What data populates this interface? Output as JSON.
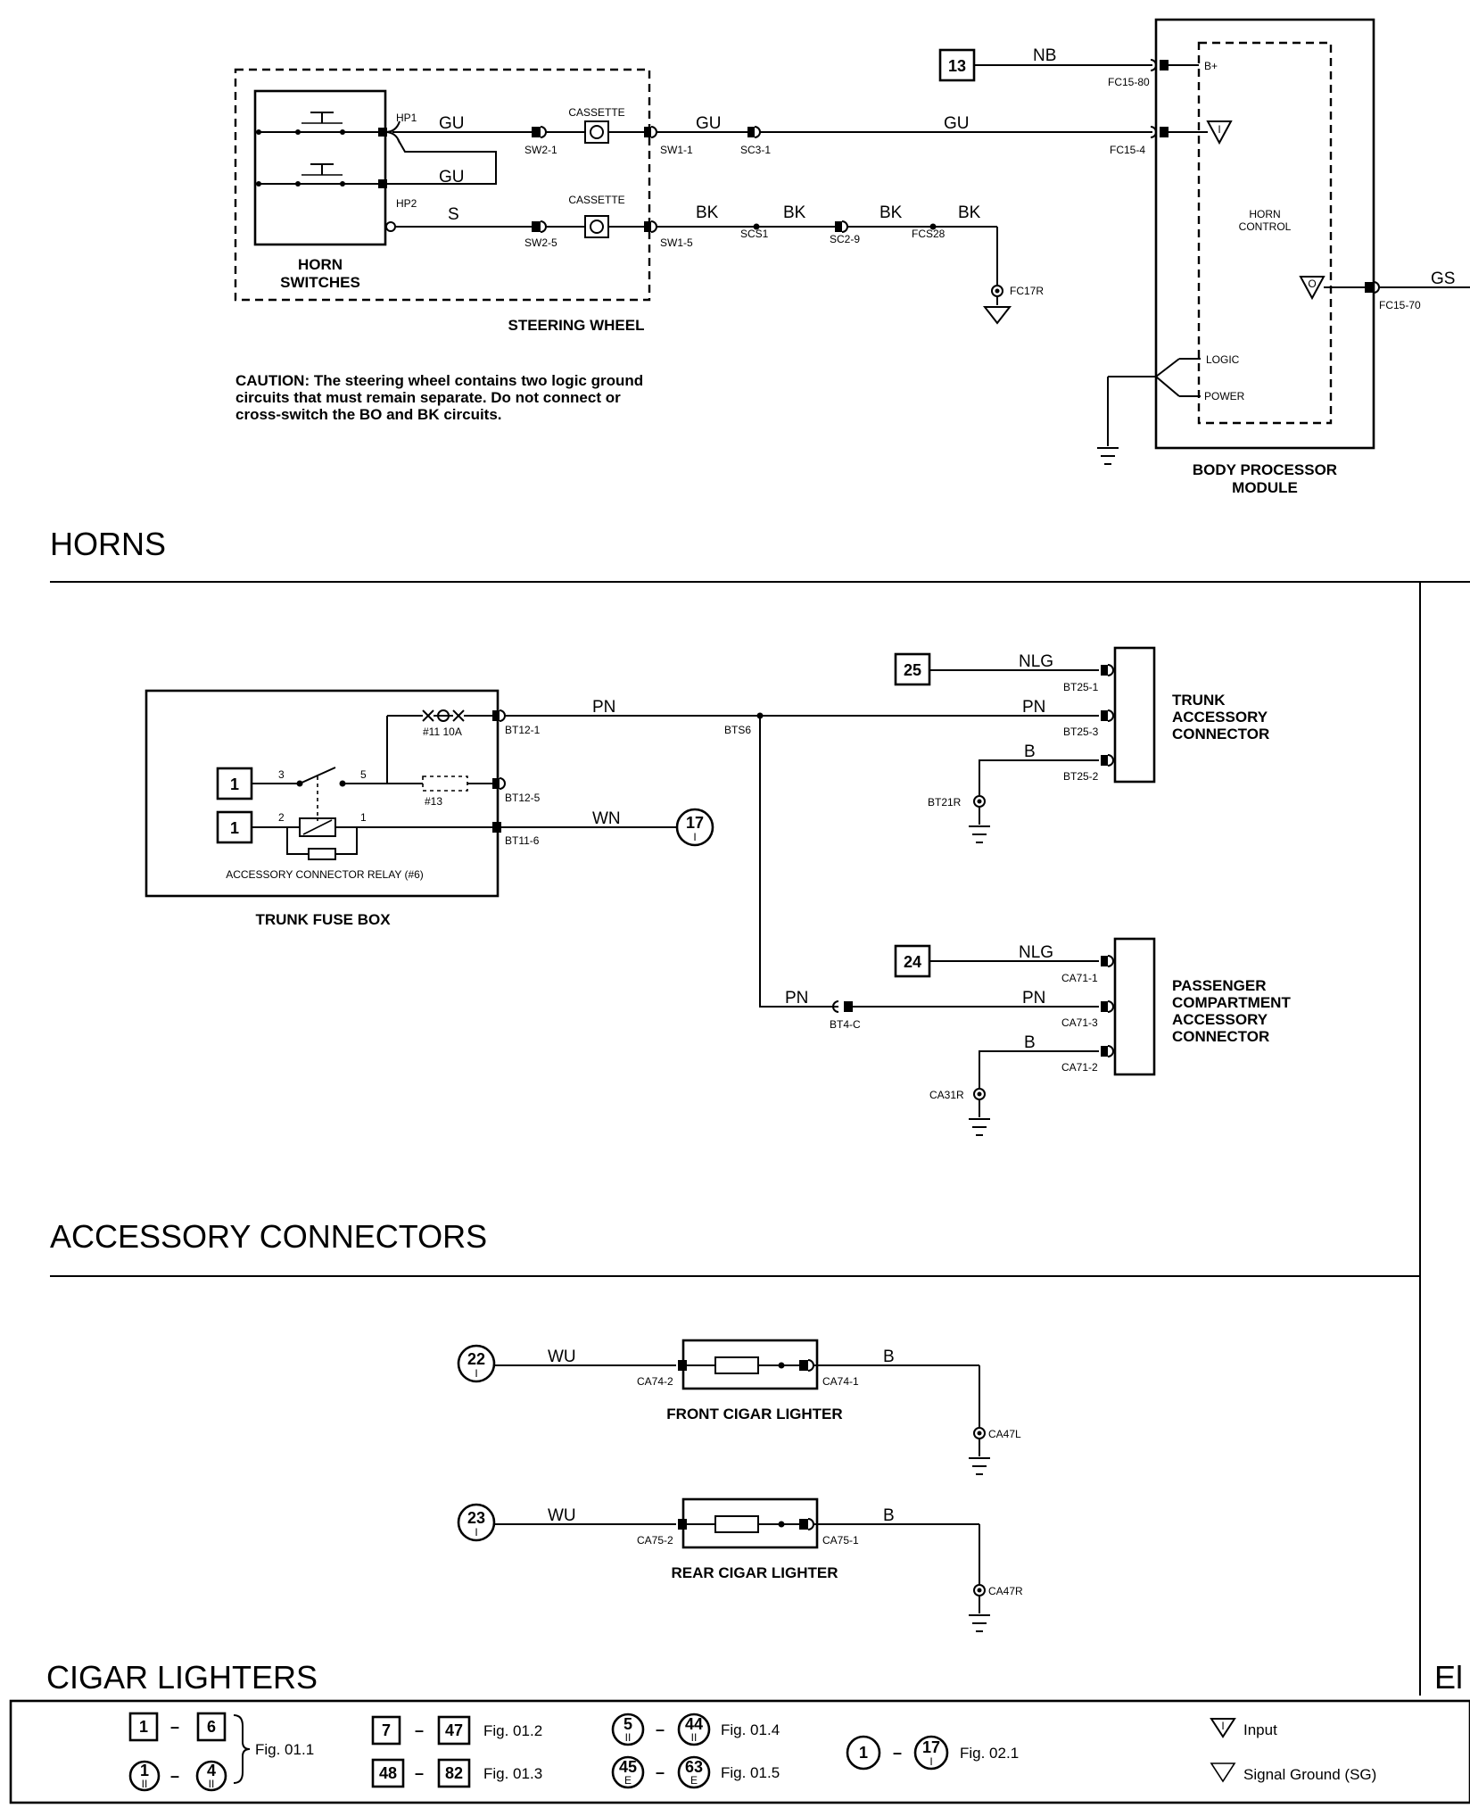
{
  "sections": {
    "horns": "HORNS",
    "accessory": "ACCESSORY CONNECTORS",
    "cigar": "CIGAR LIGHTERS",
    "cut_off_right": "El"
  },
  "horns": {
    "switch_label": [
      "HORN",
      "SWITCHES"
    ],
    "steering_wheel": "STEERING WHEEL",
    "caution": [
      "CAUTION: The steering wheel contains two logic ground",
      "circuits that must remain separate.  Do not connect or",
      "cross-switch the BO and BK circuits."
    ],
    "module_label": [
      "BODY PROCESSOR",
      "MODULE"
    ],
    "control_label": [
      "HORN",
      "CONTROL"
    ],
    "module_pins": {
      "bplus": "B+",
      "logic": "LOGIC",
      "power": "POWER",
      "in_symbol": "I",
      "out_symbol": "O"
    },
    "supply_ref": "13",
    "pins": {
      "hp1": "HP1",
      "hp2": "HP2",
      "sw2_1": "SW2-1",
      "sw2_5": "SW2-5",
      "cassette": "CASSETTE",
      "sw1_1": "SW1-1",
      "sw1_5": "SW1-5",
      "sc3_1": "SC3-1",
      "scs1": "SCS1",
      "sc2_9": "SC2-9",
      "fcs28": "FCS28",
      "fc15_80": "FC15-80",
      "fc15_4": "FC15-4",
      "fc15_70": "FC15-70",
      "fc17r": "FC17R"
    },
    "wires": {
      "gu": "GU",
      "s": "S",
      "bk": "BK",
      "nb": "NB",
      "gs": "GS"
    }
  },
  "accessory": {
    "fuse_box": "TRUNK FUSE BOX",
    "relay": "ACCESSORY CONNECTOR RELAY (#6)",
    "fuse11": "#11 10A",
    "fuse13": "#13",
    "relay_pins": {
      "p3": "3",
      "p5": "5",
      "p2": "2",
      "p1": "1"
    },
    "refs": {
      "box1": "1",
      "box2": "1",
      "trunk": "25",
      "pass": "24",
      "circle": "17",
      "circle_sub": "I"
    },
    "pins": {
      "bt12_1": "BT12-1",
      "bt12_5": "BT12-5",
      "bt11_6": "BT11-6",
      "bts6": "BTS6",
      "bt25_1": "BT25-1",
      "bt25_3": "BT25-3",
      "bt25_2": "BT25-2",
      "bt21r": "BT21R",
      "bt4_c": "BT4-C",
      "ca71_1": "CA71-1",
      "ca71_3": "CA71-3",
      "ca71_2": "CA71-2",
      "ca31r": "CA31R"
    },
    "wires": {
      "pn": "PN",
      "wn": "WN",
      "nlg": "NLG",
      "b": "B"
    },
    "trunk_conn": [
      "TRUNK",
      "ACCESSORY",
      "CONNECTOR"
    ],
    "pass_conn": [
      "PASSENGER",
      "COMPARTMENT",
      "ACCESSORY",
      "CONNECTOR"
    ]
  },
  "cigar": {
    "front": "FRONT CIGAR LIGHTER",
    "rear": "REAR CIGAR LIGHTER",
    "front_ref": "22",
    "rear_ref": "23",
    "ref_sub": "I",
    "pins": {
      "ca74_2": "CA74-2",
      "ca74_1": "CA74-1",
      "ca47l": "CA47L",
      "ca75_2": "CA75-2",
      "ca75_1": "CA75-1",
      "ca47r": "CA47R"
    },
    "wires": {
      "wu": "WU",
      "b": "B"
    }
  },
  "legend": {
    "g1_a": "1",
    "g1_b": "6",
    "g1_c": "1",
    "g1_c_sub": "II",
    "g1_d": "4",
    "g1_d_sub": "II",
    "g1_fig": "Fig. 01.1",
    "g2_a": "7",
    "g2_b": "47",
    "g2_fig": "Fig. 01.2",
    "g3_a": "48",
    "g3_b": "82",
    "g3_fig": "Fig. 01.3",
    "g4_a": "5",
    "g4_a_sub": "II",
    "g4_b": "44",
    "g4_b_sub": "II",
    "g4_fig": "Fig. 01.4",
    "g5_a": "45",
    "g5_a_sub": "E",
    "g5_b": "63",
    "g5_b_sub": "E",
    "g5_fig": "Fig. 01.5",
    "g6_a": "1",
    "g6_b": "17",
    "g6_b_sub": "I",
    "g6_fig": "Fig. 02.1",
    "input": "Input",
    "input_symbol": "I",
    "signal_ground": "Signal Ground (SG)",
    "dash": "–"
  }
}
